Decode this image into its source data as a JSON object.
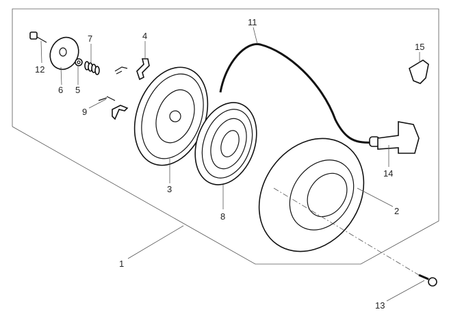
{
  "diagram": {
    "kind": "exploded parts view - recoil starter assembly",
    "callouts": [
      {
        "id": "1",
        "part": "assembly"
      },
      {
        "id": "2",
        "part": "starter-case"
      },
      {
        "id": "3",
        "part": "reel-pulley"
      },
      {
        "id": "4",
        "part": "ratchet-pawl"
      },
      {
        "id": "5",
        "part": "washer"
      },
      {
        "id": "6",
        "part": "friction-plate"
      },
      {
        "id": "7",
        "part": "spring"
      },
      {
        "id": "8",
        "part": "recoil-spring"
      },
      {
        "id": "9",
        "part": "return-spring"
      },
      {
        "id": "11",
        "part": "starter-rope"
      },
      {
        "id": "12",
        "part": "center-bolt"
      },
      {
        "id": "13",
        "part": "flange-bolt"
      },
      {
        "id": "14",
        "part": "starter-grip"
      },
      {
        "id": "15",
        "part": "clip"
      }
    ],
    "line_color": "#111111",
    "background": "#ffffff"
  }
}
